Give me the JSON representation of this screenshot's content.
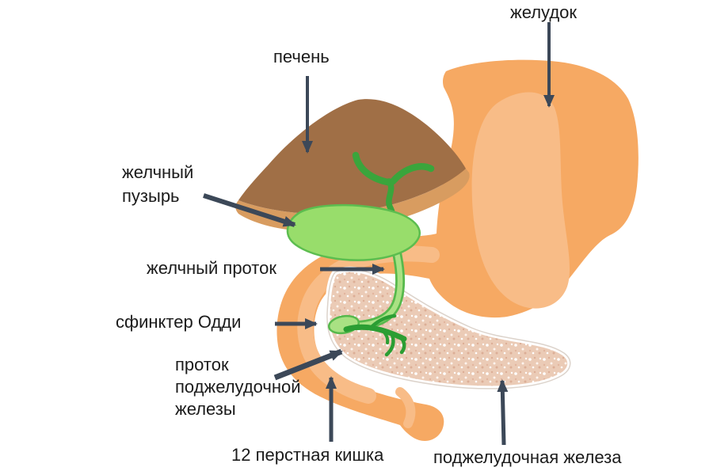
{
  "labels": {
    "liver": "печень",
    "stomach": "желудок",
    "gallbladder": {
      "line1": "желчный",
      "line2": "пузырь"
    },
    "bile_duct": "желчный проток",
    "sphincter_of_oddi": "сфинктер Одди",
    "pancreatic_duct": {
      "line1": "проток",
      "line2": "поджелудочной",
      "line3": "железы"
    },
    "duodenum": "12 перстная кишка",
    "pancreas": "поджелудочная железа"
  },
  "colors": {
    "background": "#FFFFFF",
    "stomach_duodenum": "#F6A963",
    "organ_highlight": "#F8BC87",
    "liver": "#A06F46",
    "liver_underside": "#D89C60",
    "gallbladder": "#98DD6B",
    "gallbladder_outline": "#5CBD4F",
    "duct_dark_green": "#3AA53C",
    "duct_outline_green": "#56B94C",
    "duct_light_green": "#A9E183",
    "pancreatic_duct_green": "#2B9E33",
    "pancreas_base": "#EBCBB6",
    "pancreas_edge": "#DCD3CB",
    "arrow": "#3C4858",
    "label_text": "#1B1B1B"
  }
}
